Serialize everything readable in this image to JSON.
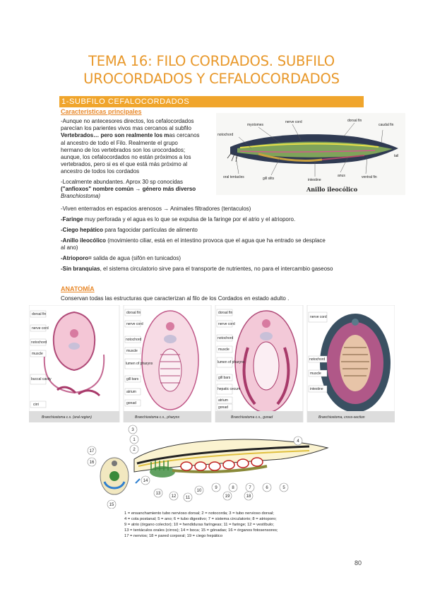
{
  "title": {
    "line1": "TEMA 16: FILO CORDADOS. SUBFILO",
    "line2": "UROCORDADOS Y CEFALOCORDADOS"
  },
  "section": {
    "label": "1-SUBFILO CEFALOCORDADOS"
  },
  "characteristics": {
    "heading": "Características principales",
    "p1": [
      "-Aunque no antecesores directos, los cefalocordados",
      "parecían los parientes vivos mas cercanos al subfilo",
      "Vertebrados… pero son realmente los mas cercanos",
      "al ancestro de todo el Filo. Realmente el grupo",
      "hermano de los vertebrados son los urocordados;",
      "aunque, los cefalocordados no están próximos a los",
      "vertebrados, pero si es el que está más próximo al",
      "ancestro de todos los cordados"
    ],
    "p1_bold": "Vertebrados… pero son realmente los m",
    "p2_line1": "-Localmente abundantes. Aprox 30 sp conocidas",
    "p2_line2_bold": "(\"anfioxos\" nombre común → género más diverso",
    "p2_line3": "Branchiostoma)",
    "bullets": [
      {
        "bold": "",
        "text": "-Viven enterrados en espacios arenosos → Animales filtradores (tentaculos)"
      },
      {
        "bold": "-Faringe",
        "text": " muy perforada y el agua es lo que se expulsa de la faringe por el atrio y el atrioporo."
      },
      {
        "bold": "-Ciego hepático",
        "text": " para fagocidar partículas de alimento"
      },
      {
        "bold": "-Anillo ileocólico",
        "text": " (movimiento ciliar, está en el intestino provoca que el agua que ha entrado se desplace"
      },
      {
        "bold": "",
        "text": "al ano)"
      },
      {
        "bold": "-Atrioporo=",
        "text": " salida de agua (sifón en tunicados)"
      },
      {
        "bold": "-Sin branquias",
        "text": ", el sistema circulatorio sirve para el transporte de nutrientes, no para el intercambio gaseoso"
      }
    ]
  },
  "top_figure": {
    "labels": [
      "myotomes",
      "nerve cord",
      "dorsal fin",
      "caudal fin",
      "notochord",
      "tail",
      "oral tentacles",
      "gill slits",
      "intestine",
      "anus",
      "ventral fin",
      "Anillo ileocólico"
    ]
  },
  "anatomy": {
    "heading": "ANATOMÍA",
    "sub": "Conservan todas las estructuras que caracterizan al filo de los Cordados en estado adulto ."
  },
  "sections_figure": {
    "p1_labels": [
      "dorsal fin",
      "nerve cord",
      "notochord",
      "muscle",
      "buccal cavity",
      "cirri"
    ],
    "p1_caption": "Branchiostoma c.s. (oral region)",
    "p2_labels": [
      "dorsal fin",
      "nerve cord",
      "notochord",
      "muscle",
      "lumen of pharynx",
      "gill bars",
      "atrium",
      "gonad"
    ],
    "p2_caption": "Branchiostoma c.s., pharynx",
    "p3_labels": [
      "dorsal fin",
      "nerve cord",
      "notochord",
      "muscle",
      "lumen of pharynx",
      "gill bars",
      "hepatic cecum",
      "atrium",
      "gonad"
    ],
    "p3_caption": "Branchiostoma c.s., gonad",
    "p4_labels": [
      "nerve cord",
      "notochord",
      "muscle",
      "intestine"
    ],
    "p4_caption": "Branchiostoma, cross-section"
  },
  "diagram_numbers": [
    "1",
    "2",
    "3",
    "4",
    "5",
    "6",
    "7",
    "8",
    "9",
    "10",
    "11",
    "12",
    "13",
    "14",
    "15",
    "16",
    "17",
    "18",
    "19"
  ],
  "legend": [
    "1 = ensanchamiento tubo nervioso dorsal; 2 = notocorda; 3 = tubo nervioso dorsal;",
    "4 = cola postanal; 5 = ano; 6 = tubo digestivo; 7 = sistema circulatorio; 8 = atrioporo;",
    "9 = atrio (órgano colector); 10 = hendiduras faríngeas; 11 = faringe; 12 = vestíbulo;",
    "13 = tentáculos orales (cirros); 14 = boca; 15 = gónadas; 16 = órganos fotosensores;",
    "17 = nervios; 18 = pared corporal; 19 = ciego hepático"
  ],
  "page_number": "80",
  "colors": {
    "accent": "#f0a52c",
    "title": "#e8982a"
  }
}
